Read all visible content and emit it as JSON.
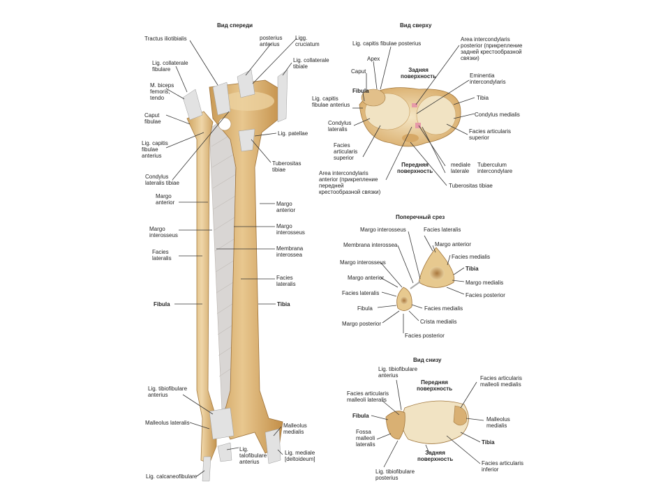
{
  "titles": {
    "front": "Вид спереди",
    "top": "Вид сверху",
    "cross": "Поперечный срез",
    "bottom": "Вид снизу"
  },
  "front": {
    "tractus": "Tractus iliotibialis",
    "lig_coll_fib": "Lig. collaterale\nfibulare",
    "biceps": "M. biceps\nfemoris,\ntendo",
    "caput_fib": "Caput\nfibulae",
    "lig_cap_ant": "Lig. capitis\nfibulae\nanterius",
    "condylus_lat": "Condylus\nlateralis tibiae",
    "margo_ant_l": "Margo\nanterior",
    "margo_inter_l": "Margo\ninterosseus",
    "facies_lat_l": "Facies\nlateralis",
    "fibula": "Fibula",
    "lig_tibiofib_ant": "Lig. tibiofibulare\nanterius",
    "malleolus_lat": "Malleolus lateralis",
    "lig_calcaneofib": "Lig. calcaneofibulare",
    "posterius_anterius": "posterius\nanterius",
    "ligg_cruc": "Ligg.\ncruciatum",
    "lig_coll_tib": "Lig. collaterale\ntibiale",
    "lig_patellae": "Lig. patellae",
    "tuberositas": "Tuberositas\ntibiae",
    "margo_ant_r": "Margo\nanterior",
    "margo_inter_r": "Margo\ninterosseus",
    "membrana": "Membrana\ninterossea",
    "facies_lat_r": "Facies\nlateralis",
    "tibia": "Tibia",
    "malleolus_med": "Malleolus\nmedialis",
    "lig_talofib": "Lig.\ntalofibulare\nanterius",
    "lig_mediale": "Lig. mediale\n[deltoideum]"
  },
  "top": {
    "lig_cap_post": "Lig. capitis fibulae posterius",
    "apex": "Apex",
    "caput": "Caput",
    "zadnyaya": "Задняя\nповерхность",
    "fibula": "Fibula",
    "lig_cap_ant": "Lig. capitis\nfibulae anterius",
    "condylus_lat": "Condylus\nlateralis",
    "facies_art_sup_l": "Facies\narticularis\nsuperior",
    "area_ant": "Area intercondylaris\nanterior (прикрепление\nпередней\nкрестообразной связки)",
    "perednyaya": "Передняя\nповерхность",
    "area_post": "Area intercondylaris\nposterior (прикрепление\nзадней крестообразной\nсвязки)",
    "eminentia": "Eminentia\nintercondylaris",
    "tibia": "Tibia",
    "condylus_med": "Condylus medialis",
    "facies_art_sup_r": "Facies articularis\nsuperior",
    "medial_lateral": "mediale\nlaterale",
    "tuberculum": "Tuberculum\nintercondylare",
    "tuberositas": "Tuberositas tibiae"
  },
  "cross": {
    "margo_inter_top": "Margo interosseus",
    "facies_lat_top": "Facies lateralis",
    "membrana": "Membrana interossea",
    "margo_ant_top": "Margo anterior",
    "margo_inter_2": "Margo interosseus",
    "facies_med_top": "Facies medialis",
    "margo_ant_l": "Margo anterior",
    "tibia": "Tibia",
    "margo_med": "Margo medialis",
    "facies_lat_l": "Facies lateralis",
    "facies_post_r": "Facies posterior",
    "fibula": "Fibula",
    "facies_med_b": "Facies medialis",
    "margo_post": "Margo posterior",
    "crista": "Crista medialis",
    "facies_post_b": "Facies posterior"
  },
  "bottom": {
    "lig_tibiofib_ant": "Lig. tibiofibulare\nanterius",
    "perednyaya": "Передняя\nповерхность",
    "facies_mall_med": "Facies articularis\nmalleoli medialis",
    "facies_mall_lat": "Facies articularis\nmalleoli lateralis",
    "fibula": "Fibula",
    "malleolus_med": "Malleolus\nmedialis",
    "fossa": "Fossa\nmalleoli\nlateralis",
    "tibia": "Tibia",
    "zadnyaya": "Задняя\nповерхность",
    "facies_inf": "Facies articularis\ninferior",
    "lig_tibiofib_post": "Lig. tibiofibulare\nposterius"
  },
  "colors": {
    "bone": "#e0b97a",
    "bone_dark": "#c99a55",
    "ligament": "#dcdcdc",
    "membrane": "#d8d6d6",
    "cartilage": "#efe2c4",
    "marrow": "#b5844a"
  }
}
